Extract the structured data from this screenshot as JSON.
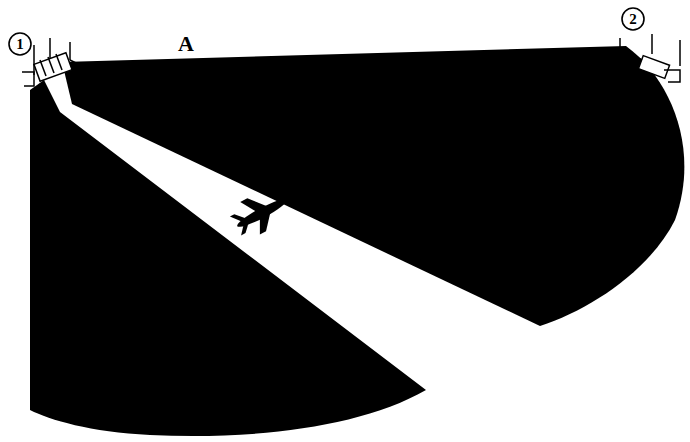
{
  "diagram": {
    "labels": [
      "A",
      "1",
      "2"
    ]
  }
}
